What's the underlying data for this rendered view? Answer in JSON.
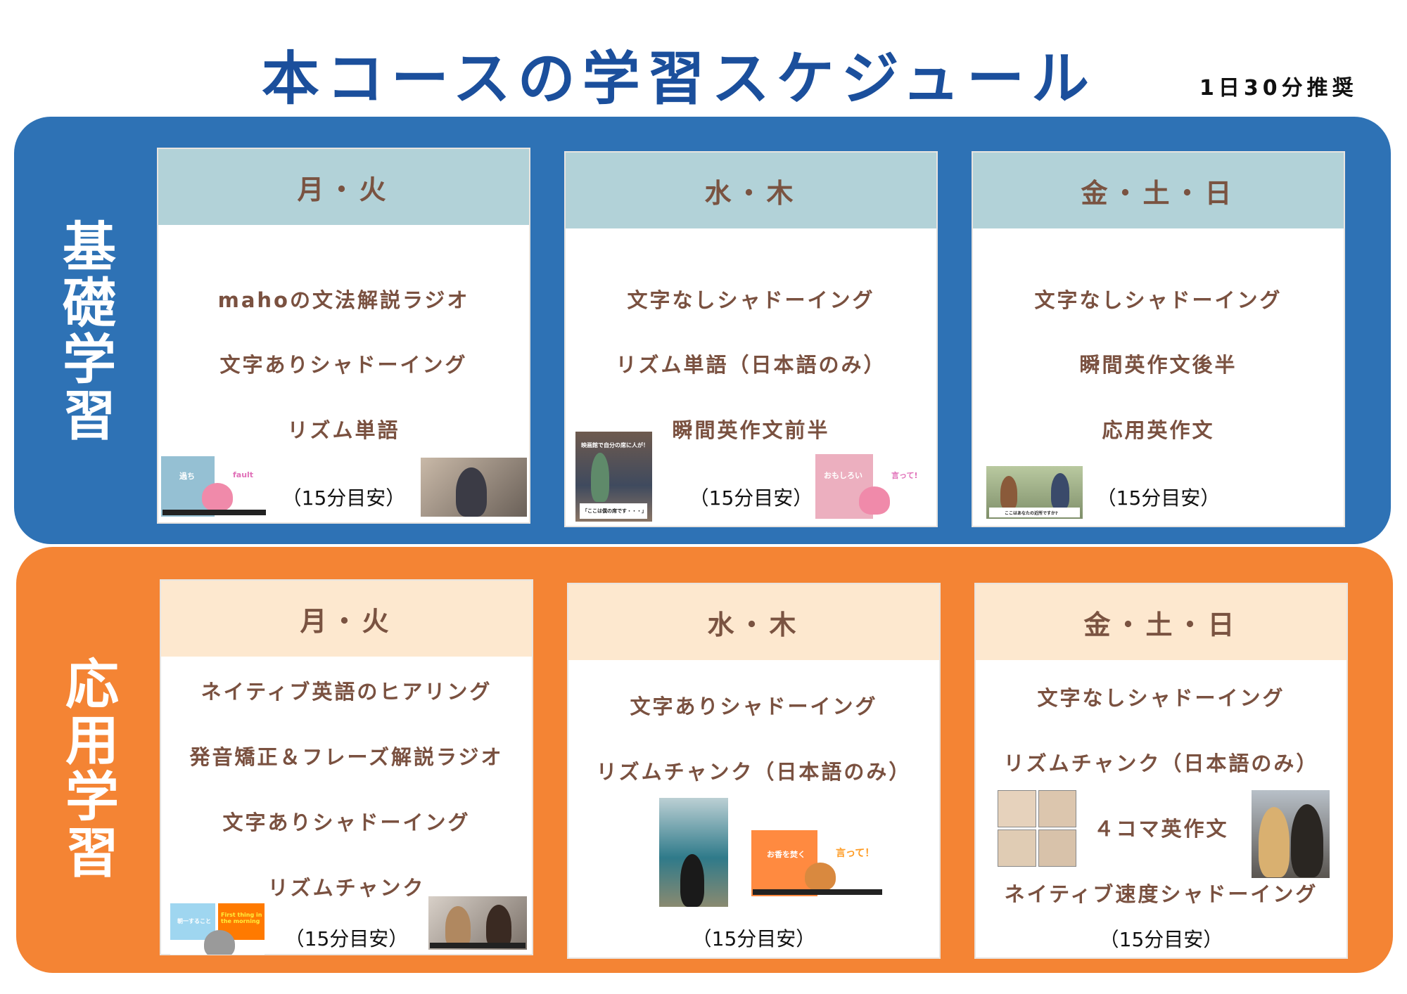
{
  "title": "本コースの学習スケジュール",
  "recommendation": "1日30分推奨",
  "colors": {
    "title": "#1b4f9c",
    "basic_panel": "#2e72b5",
    "applied_panel": "#f48434",
    "basic_header": "#b2d2d8",
    "applied_header": "#fde8cf",
    "item_text": "#7a5140"
  },
  "sections": [
    {
      "label": "基礎学習",
      "cards": [
        {
          "days": "月・火",
          "items": [
            "mahoの文法解説ラジオ",
            "文字ありシャドーイング",
            "リズム単語"
          ],
          "note": "（15分目安）",
          "thumb_texts": [
            "過ち",
            "fault"
          ]
        },
        {
          "days": "水・木",
          "items": [
            "文字なしシャドーイング",
            "リズム単語（日本語のみ）",
            "瞬間英作文前半"
          ],
          "note": "（15分目安）",
          "thumb_texts": [
            "映画館で自分の席に人が！",
            "「ここは僕の席です・・・」",
            "おもしろい",
            "言って!"
          ]
        },
        {
          "days": "金・土・日",
          "items": [
            "文字なしシャドーイング",
            "瞬間英作文後半",
            "応用英作文"
          ],
          "note": "（15分目安）",
          "thumb_texts": [
            "ここはあなたの近所ですか?"
          ]
        }
      ]
    },
    {
      "label": "応用学習",
      "cards": [
        {
          "days": "月・火",
          "items": [
            "ネイティブ英語のヒアリング",
            "発音矯正＆フレーズ解説ラジオ",
            "文字ありシャドーイング",
            "リズムチャンク"
          ],
          "note": "（15分目安）",
          "thumb_texts": [
            "朝一すること",
            "First thing in the morning"
          ]
        },
        {
          "days": "水・木",
          "items": [
            "文字ありシャドーイング",
            "リズムチャンク（日本語のみ）"
          ],
          "note": "（15分目安）",
          "thumb_texts": [
            "お香を焚く",
            "言って！"
          ]
        },
        {
          "days": "金・土・日",
          "items": [
            "文字なしシャドーイング",
            "リズムチャンク（日本語のみ）",
            "４コマ英作文",
            "ネイティブ速度シャドーイング"
          ],
          "note": "（15分目安）",
          "thumb_texts": []
        }
      ]
    }
  ]
}
